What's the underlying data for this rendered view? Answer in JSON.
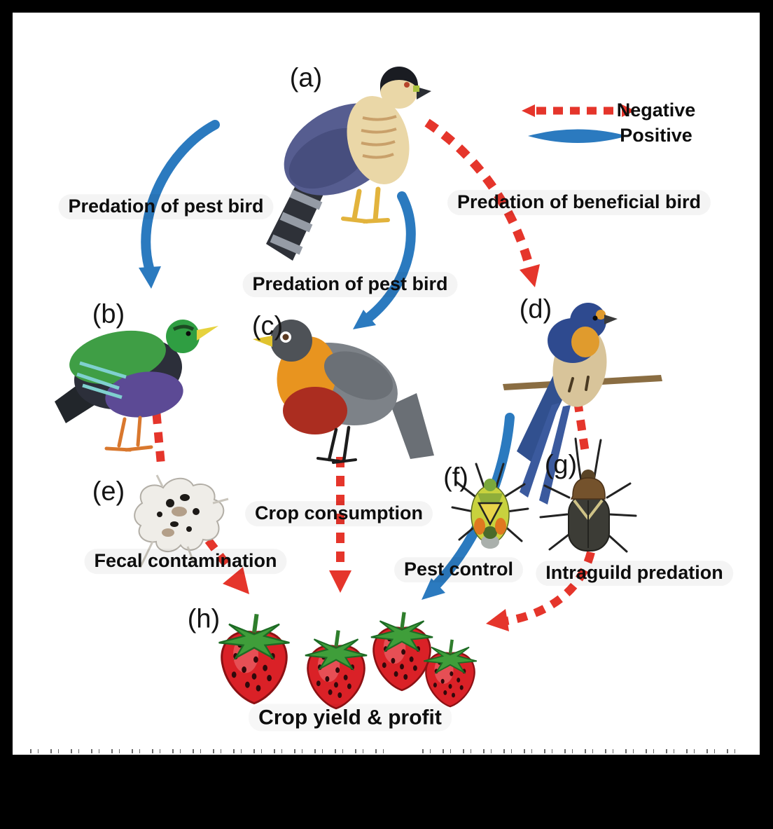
{
  "legend": {
    "negative": "Negative",
    "positive": "Positive"
  },
  "colors": {
    "negative_red": "#e5352b",
    "positive_blue": "#2b7abf"
  },
  "nodes": {
    "a": {
      "tag": "(a)",
      "icon": "hawk-predatory-bird-illustration"
    },
    "b": {
      "tag": "(b)",
      "icon": "starling-pest-bird-illustration"
    },
    "c": {
      "tag": "(c)",
      "icon": "robin-pest-bird-illustration"
    },
    "d": {
      "tag": "(d)",
      "icon": "swallow-beneficial-bird-illustration"
    },
    "e": {
      "tag": "(e)",
      "icon": "fecal-splatter-illustration"
    },
    "f": {
      "tag": "(f)",
      "icon": "predatory-bug-illustration"
    },
    "g": {
      "tag": "(g)",
      "icon": "pest-beetle-illustration"
    },
    "h": {
      "tag": "(h)",
      "icon": "strawberries-crop-illustration"
    }
  },
  "edges": {
    "a_to_b": {
      "label": "Predation of pest bird",
      "type": "positive"
    },
    "a_to_c": {
      "label": "Predation of pest bird",
      "type": "positive"
    },
    "a_to_d": {
      "label": "Predation of beneficial bird",
      "type": "negative"
    },
    "b_to_h": {
      "label": "Fecal contamination",
      "type": "negative"
    },
    "c_to_h": {
      "label": "Crop consumption",
      "type": "negative"
    },
    "d_to_h": {
      "label": "Pest control",
      "type": "positive"
    },
    "d_g_to_h": {
      "label": "Intraguild predation",
      "type": "negative"
    }
  },
  "footer_label": "Crop yield & profit"
}
